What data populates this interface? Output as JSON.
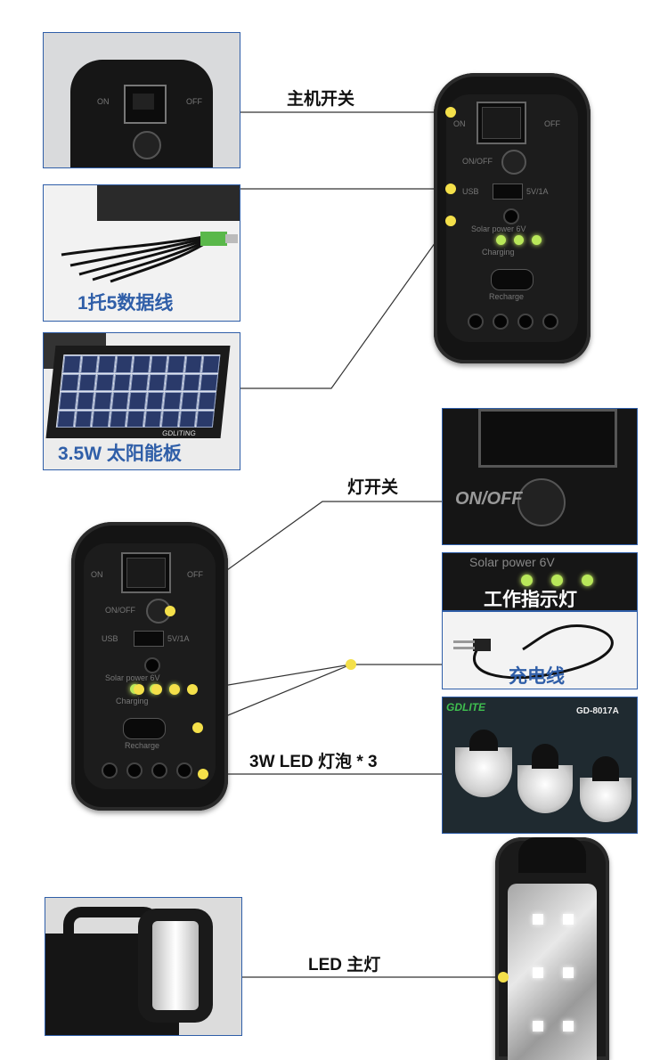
{
  "labels": {
    "main_switch": "主机开关",
    "light_switch": "灯开关",
    "bulbs": "3W LED 灯泡 * 3",
    "main_lamp": "LED 主灯"
  },
  "thumbnails": {
    "cable_caption": "1托5数据线",
    "solar_caption": "3.5W 太阳能板",
    "solar_brand": "GDLITING",
    "indicator_caption": "工作指示灯",
    "charge_caption": "充电线",
    "bulb_box_brand": "GDLITE",
    "bulb_box_model": "GD-8017A"
  },
  "device": {
    "on_text": "ON",
    "off_text": "OFF",
    "button_text": "ON/OFF",
    "usb_text": "USB",
    "output_text": "5V/1A",
    "solar_text": "Solar power 6V",
    "charging_text": "Charging",
    "ac_text": "Recharge"
  },
  "colors": {
    "accent_blue": "#2f5ea8",
    "callout_yellow": "#f4e04a",
    "led_green": "#b9e85a"
  }
}
